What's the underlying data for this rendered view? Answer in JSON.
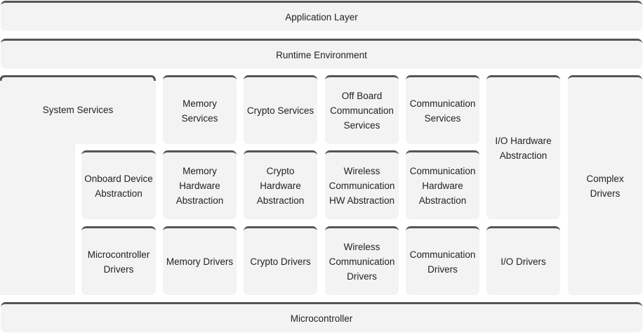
{
  "layers": {
    "application": "Application Layer",
    "runtime": "Runtime Environment",
    "microcontroller": "Microcontroller"
  },
  "services": {
    "system": "System Services",
    "memory": "Memory Services",
    "crypto": "Crypto Services",
    "offboard": "Off Board Communcation Services",
    "communication": "Communication Services"
  },
  "abstraction": {
    "onboard": "Onboard Device Abstraction",
    "memory": "Memory Hardware Abstraction",
    "crypto": "Crypto Hardware Abstraction",
    "wireless": "Wireless Communication HW Abstraction",
    "communication": "Communication Hardware Abstraction",
    "io": "I/O Hardware Abstraction"
  },
  "drivers": {
    "microcontroller": "Microcontroller Drivers",
    "memory": "Memory Drivers",
    "crypto": "Crypto Drivers",
    "wireless": "Wireless Communication Drivers",
    "communication": "Communication Drivers",
    "io": "I/O Drivers"
  },
  "complex": "Complex Drivers",
  "colors": {
    "block_fill": "#f3f3f3",
    "block_border": "#555555"
  }
}
